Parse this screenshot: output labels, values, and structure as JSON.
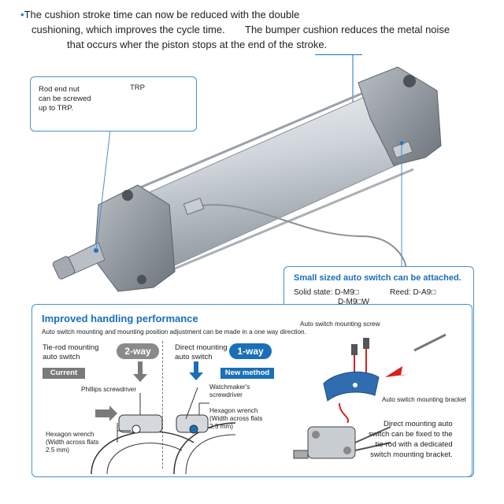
{
  "intro": {
    "bullet": "•",
    "line1": "The cushion stroke time can now be reduced with the double",
    "line2a": "cushioning, which improves the cycle time.",
    "line2b": "The bumper cushion reduces the metal noise",
    "line3": "that occurs wher the piston stops at the end of the stroke."
  },
  "callout": {
    "line1": "Rod end nut",
    "line2": "can be screwed",
    "line3": "up to TRP.",
    "trp": "TRP"
  },
  "switch_panel": {
    "title": "Small sized auto switch can be attached.",
    "solid_state": "Solid state: D-M9□",
    "solid_state2": "D-M9□W",
    "reed": "Reed: D-A9□",
    "screw_label": "Auto switch mounting screw",
    "bracket_label": "Auto switch mounting bracket",
    "direct_lines": [
      "Direct mounting auto",
      "switch can be fixed to the",
      "tie-rod with a dedicated",
      "switch mounting bracket."
    ]
  },
  "handling": {
    "title": "Improved handling performance",
    "desc": "Auto switch mounting and mounting position adjustment can be made in a one way direction.",
    "left_head1": "Tie-rod mounting",
    "left_head2": "auto switch",
    "left_badge": "Current",
    "left_pill": "2-way",
    "right_head1": "Direct mounting",
    "right_head2": "auto switch",
    "right_badge": "New method",
    "right_pill": "1-way",
    "phillips": "Phillips screwdriver",
    "hex_left1": "Hexagon wrench",
    "hex_left2": "(Width across flats",
    "hex_left3": "2.5 mm)",
    "watchmaker1": "Watchmaker's",
    "watchmaker2": "screwdriver",
    "hex_right1": "Hexagon wrench",
    "hex_right2": "(Width across flats",
    "hex_right3": "2.5 mm)"
  },
  "colors": {
    "accent": "#1a6fb8",
    "border": "#4a90c8",
    "red_arrow": "#d82020",
    "gray_arrow": "#7a7a7a"
  }
}
